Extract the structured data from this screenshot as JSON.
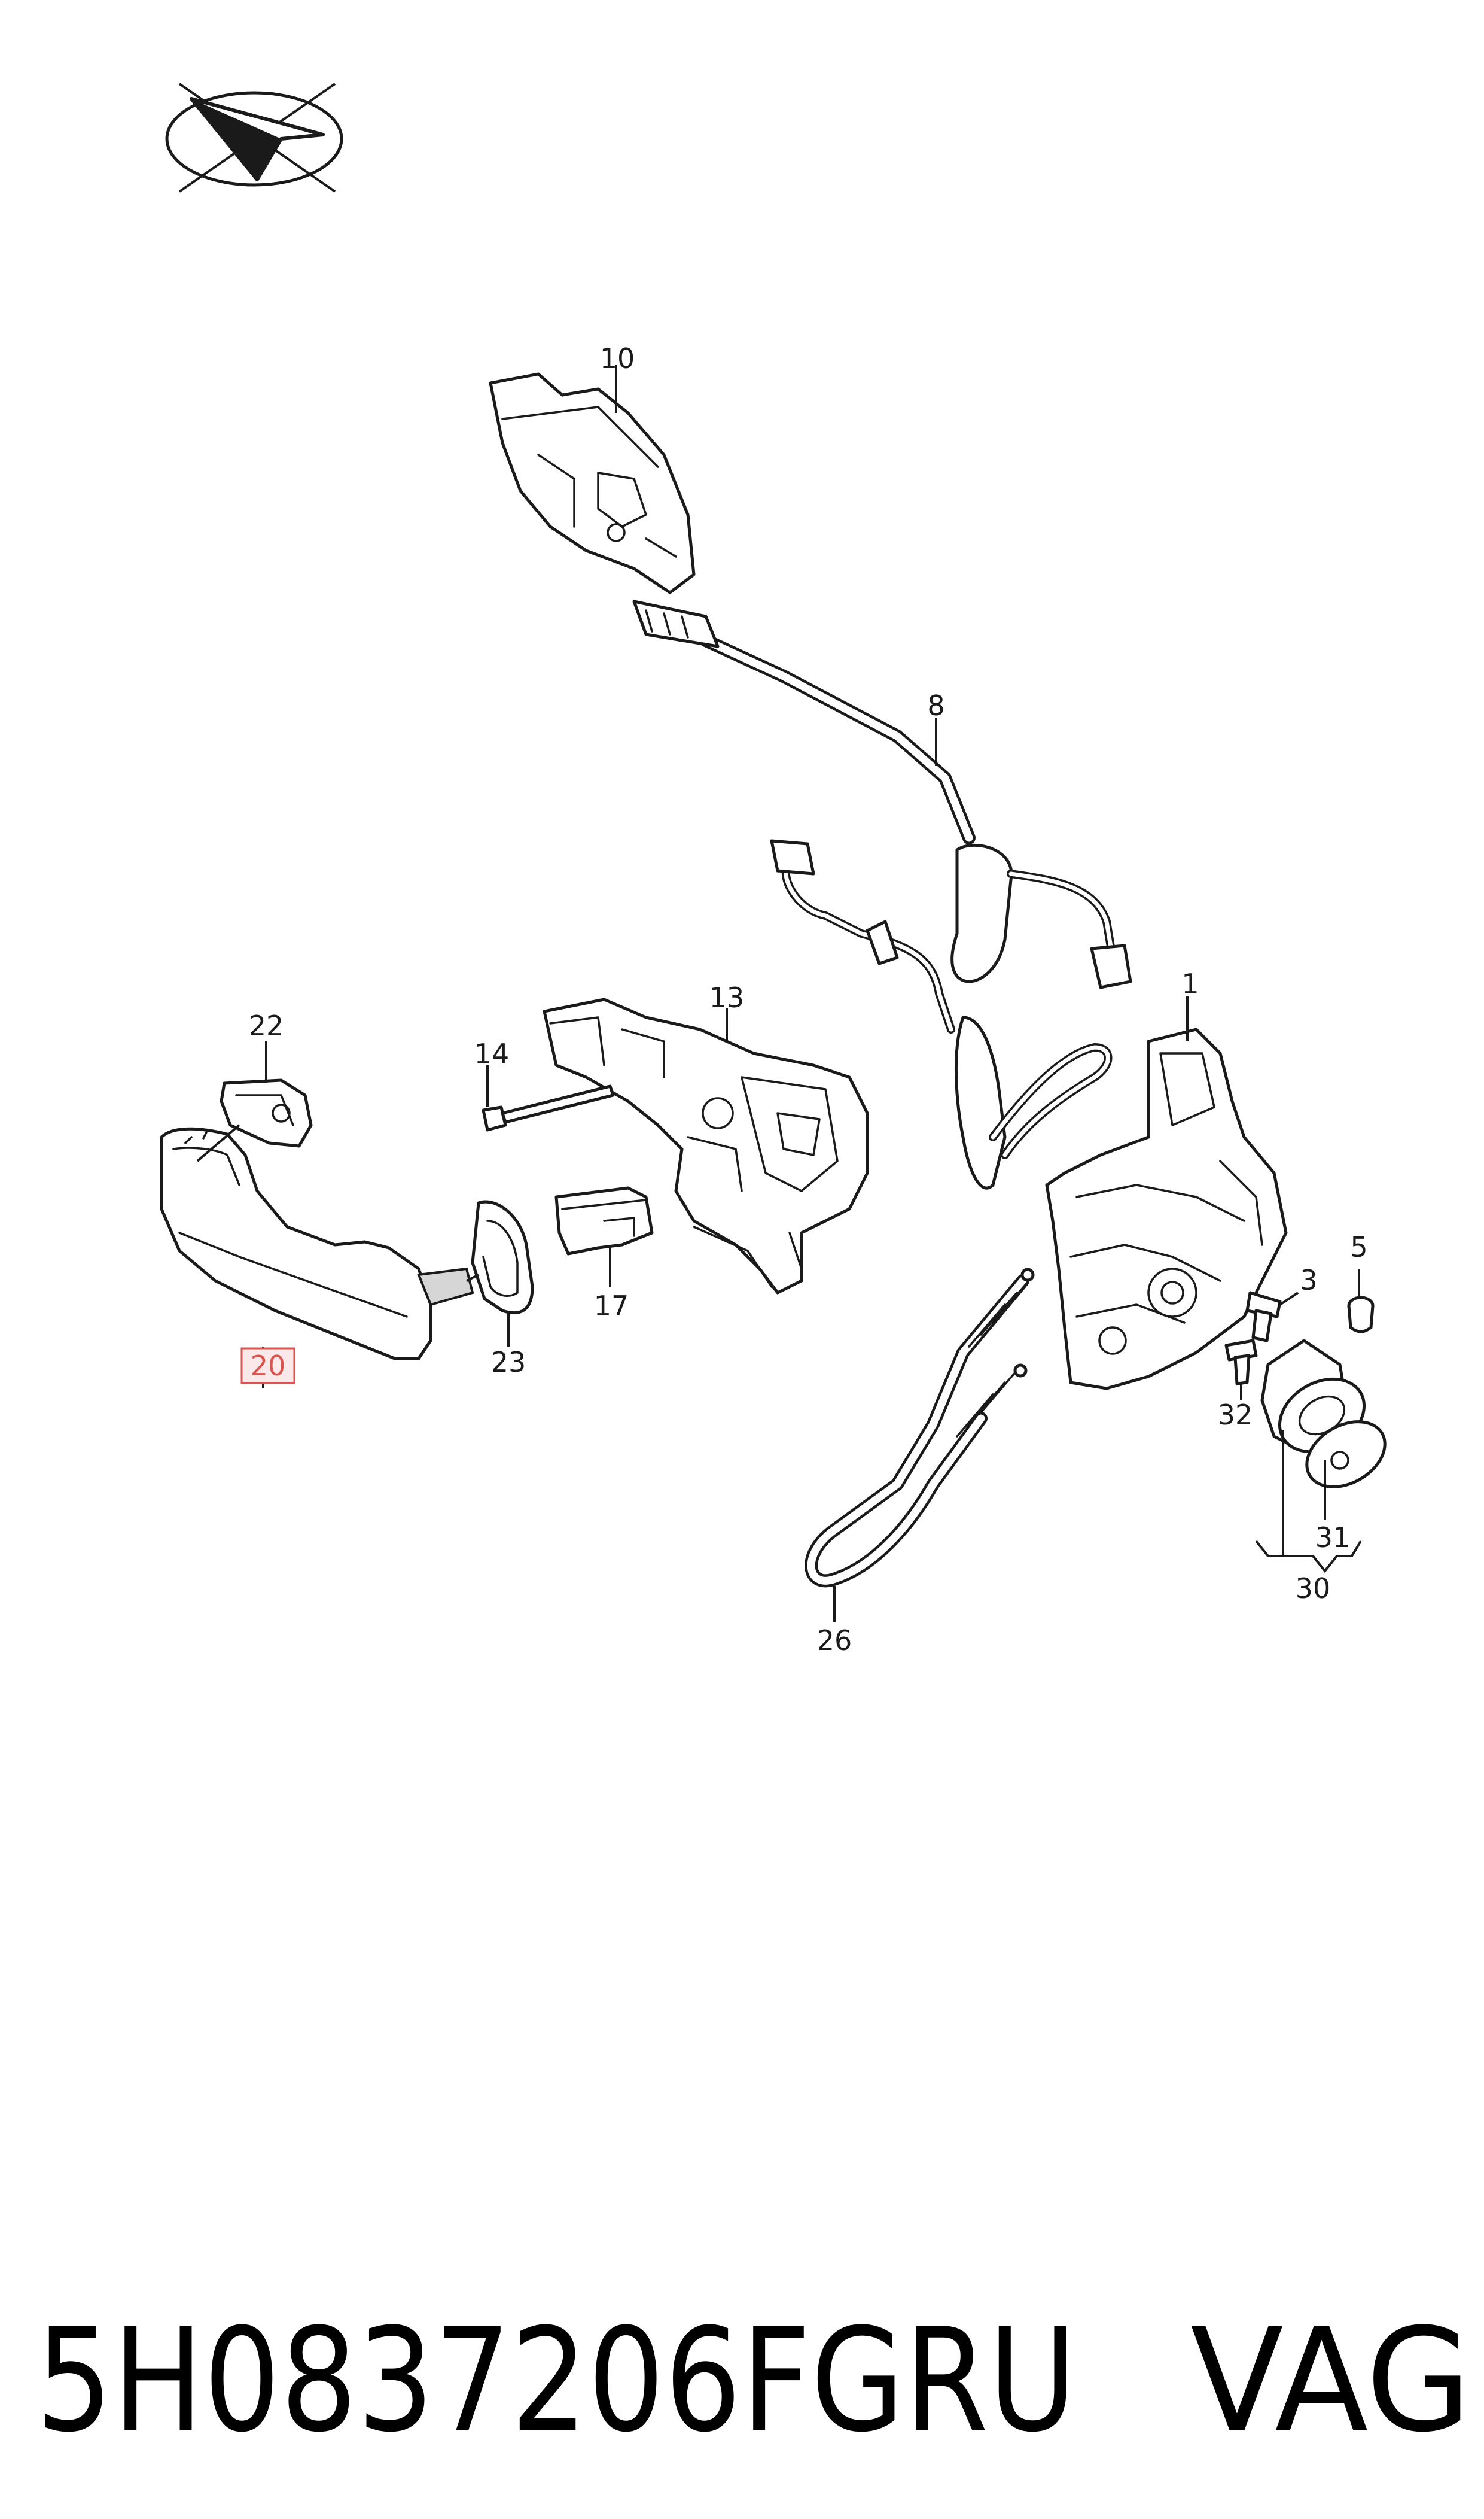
{
  "callouts": {
    "c1": "1",
    "c3": "3",
    "c5": "5",
    "c8": "8",
    "c10": "10",
    "c13": "13",
    "c14": "14",
    "c17": "17",
    "c20": "20",
    "c22": "22",
    "c23": "23",
    "c26": "26",
    "c30": "30",
    "c31": "31",
    "c32": "32"
  },
  "highlighted_callout": "20",
  "footer": {
    "part_number": "5H0837206FGRU",
    "brand": "VAG"
  },
  "icons": {
    "orientation": "direction-arrow-icon"
  },
  "colors": {
    "line": "#1a1a1a",
    "highlight_border": "#d9534f",
    "highlight_fill": "#fbe8e8"
  }
}
